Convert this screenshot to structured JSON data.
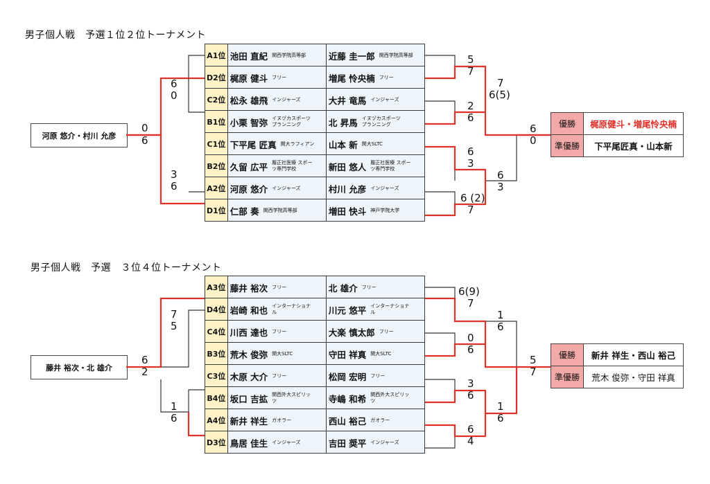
{
  "brackets": [
    {
      "title": "男子個人戦　予選１位２位トーナメント",
      "pair_box": "河原 悠介・村川 允彦",
      "rows": [
        {
          "seed": "A1位",
          "p1": "池田 直紀",
          "a1": "関西学院高等部",
          "p2": "近藤 圭一郎",
          "a2": "関西学院高等部"
        },
        {
          "seed": "D2位",
          "p1": "梶原 健斗",
          "a1": "フリー",
          "p2": "増尾 怜央楠",
          "a2": "フリー"
        },
        {
          "seed": "C2位",
          "p1": "松永 雄飛",
          "a1": "インジャーズ",
          "p2": "大井 竜馬",
          "a2": "インジャーズ"
        },
        {
          "seed": "B1位",
          "p1": "小栗 智弥",
          "a1": "イヌヅカスポーツ プランニング",
          "p2": "北 昇馬",
          "a2": "イヌヅカスポーツ プランニング"
        },
        {
          "seed": "C1位",
          "p1": "下平尾 匠真",
          "a1": "関大ラフィアン",
          "p2": "山本 新",
          "a2": "関大SLTC"
        },
        {
          "seed": "B2位",
          "p1": "久留 広平",
          "a1": "履正社医療 スポーツ専門学校",
          "p2": "新田 悠人",
          "a2": "履正社医療 スポーツ専門学校"
        },
        {
          "seed": "A2位",
          "p1": "河原 悠介",
          "a1": "インジャーズ",
          "p2": "村川 允彦",
          "a2": "インジャーズ"
        },
        {
          "seed": "D1位",
          "p1": "仁部 奏",
          "a1": "関西学院高等部",
          "p2": "増田 快斗",
          "a2": "神戸学院大学"
        }
      ],
      "scores": {
        "left_top": [
          "6",
          "0"
        ],
        "left_bottom": [
          "3",
          "6"
        ],
        "left_final": [
          "0",
          "6"
        ],
        "right_r1": [
          "5",
          "7",
          "2",
          "6",
          "6",
          "3",
          "6 (2)",
          "7"
        ],
        "right_r2": [
          "7",
          "6(5)",
          "6",
          "3"
        ],
        "right_final": [
          "6",
          "0"
        ]
      },
      "result": {
        "winner_label": "優勝",
        "winner": "梶原健斗・増尾怜央楠",
        "runner_label": "準優勝",
        "runner": "下平尾匠真・山本新"
      }
    },
    {
      "title": "男子個人戦　予選　３位４位トーナメント",
      "pair_box": "藤井 裕次・北 雄介",
      "rows": [
        {
          "seed": "A3位",
          "p1": "藤井 裕次",
          "a1": "フリー",
          "p2": "北 雄介",
          "a2": "フリー"
        },
        {
          "seed": "D4位",
          "p1": "岩崎 和也",
          "a1": "インターナショナル",
          "p2": "川元 悠平",
          "a2": "インターナショナル"
        },
        {
          "seed": "C4位",
          "p1": "川西 達也",
          "a1": "フリー",
          "p2": "大楽 慎太郎",
          "a2": "フリー"
        },
        {
          "seed": "B3位",
          "p1": "荒木 俊弥",
          "a1": "関大SLTC",
          "p2": "守田 祥真",
          "a2": "関大SLTC"
        },
        {
          "seed": "C3位",
          "p1": "木原 大介",
          "a1": "フリー",
          "p2": "松岡 宏明",
          "a2": "フリー"
        },
        {
          "seed": "B4位",
          "p1": "坂口 吉拡",
          "a1": "関西外大スピリッツ",
          "p2": "寺嶋 和希",
          "a2": "関西外大スピリッツ"
        },
        {
          "seed": "A4位",
          "p1": "新井 祥生",
          "a1": "ガオラー",
          "p2": "西山 裕己",
          "a2": "ガオラー"
        },
        {
          "seed": "D3位",
          "p1": "鳥居 佳生",
          "a1": "インジャーズ",
          "p2": "吉田 奨平",
          "a2": "インジャーズ"
        }
      ],
      "scores": {
        "left_top": [
          "7",
          "5"
        ],
        "left_bottom": [
          "1",
          "6"
        ],
        "left_final": [
          "6",
          "2"
        ],
        "right_r1": [
          "6(9)",
          "7",
          "0",
          "6",
          "3",
          "6",
          "6",
          "4"
        ],
        "right_r2": [
          "1",
          "6",
          "1",
          "6"
        ],
        "right_final": [
          "5",
          "7"
        ]
      },
      "result": {
        "winner_label": "優勝",
        "winner": "新井 祥生・西山 裕己",
        "runner_label": "準優勝",
        "runner": "荒木 俊弥・守田 祥真"
      }
    }
  ],
  "colors": {
    "winner_line": "#e0302a",
    "normal_line": "#333333",
    "seed_bg": "#fff4c8",
    "player_bg": "#eef5fa",
    "result_label_bg": "#f2a9a7",
    "winner_text": "#e0302a"
  }
}
